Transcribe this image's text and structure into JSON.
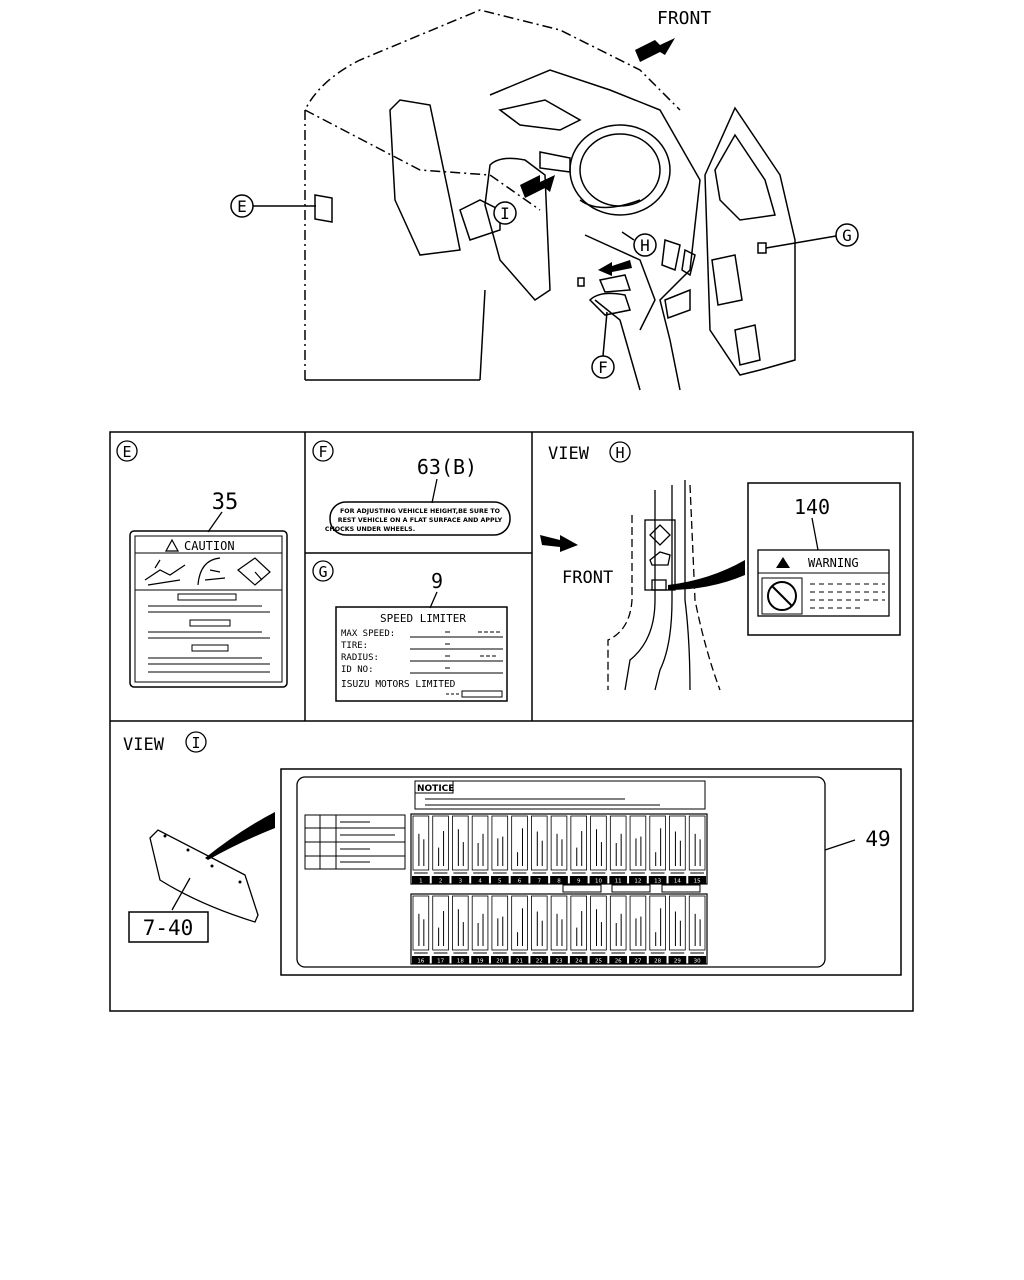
{
  "overview": {
    "front_label": "FRONT",
    "callouts": {
      "E": "E",
      "F": "F",
      "G": "G",
      "H": "H",
      "I": "I"
    }
  },
  "panel_e": {
    "tag": "E",
    "part_no": "35",
    "caution_title": "CAUTION"
  },
  "panel_f": {
    "tag": "F",
    "part_no": "63(B)",
    "sticker_lines": [
      "FOR ADJUSTING VEHICLE HEIGHT,BE SURE TO",
      "REST VEHICLE ON A FLAT SURFACE AND APPLY",
      "CHOCKS UNDER WHEELS."
    ]
  },
  "panel_g": {
    "tag": "G",
    "part_no": "9",
    "title": "SPEED LIMITER",
    "rows": [
      "MAX SPEED:",
      "TIRE:",
      "RADIUS:",
      "ID NO:"
    ],
    "maker": "ISUZU MOTORS LIMITED"
  },
  "panel_h": {
    "view_label": "VIEW",
    "tag": "H",
    "front_label": "FRONT",
    "part_no": "140",
    "warning_title": "WARNING"
  },
  "panel_i": {
    "view_label": "VIEW",
    "tag": "I",
    "part_no": "49",
    "cover_part_no": "7-40",
    "notice_title": "NOTICE",
    "fuse_top": [
      "1",
      "2",
      "3",
      "4",
      "5",
      "6",
      "7",
      "8",
      "9",
      "10",
      "11",
      "12",
      "13",
      "14",
      "15"
    ],
    "fuse_bottom": [
      "16",
      "17",
      "18",
      "19",
      "20",
      "21",
      "22",
      "23",
      "24",
      "25",
      "26",
      "27",
      "28",
      "29",
      "30"
    ]
  }
}
